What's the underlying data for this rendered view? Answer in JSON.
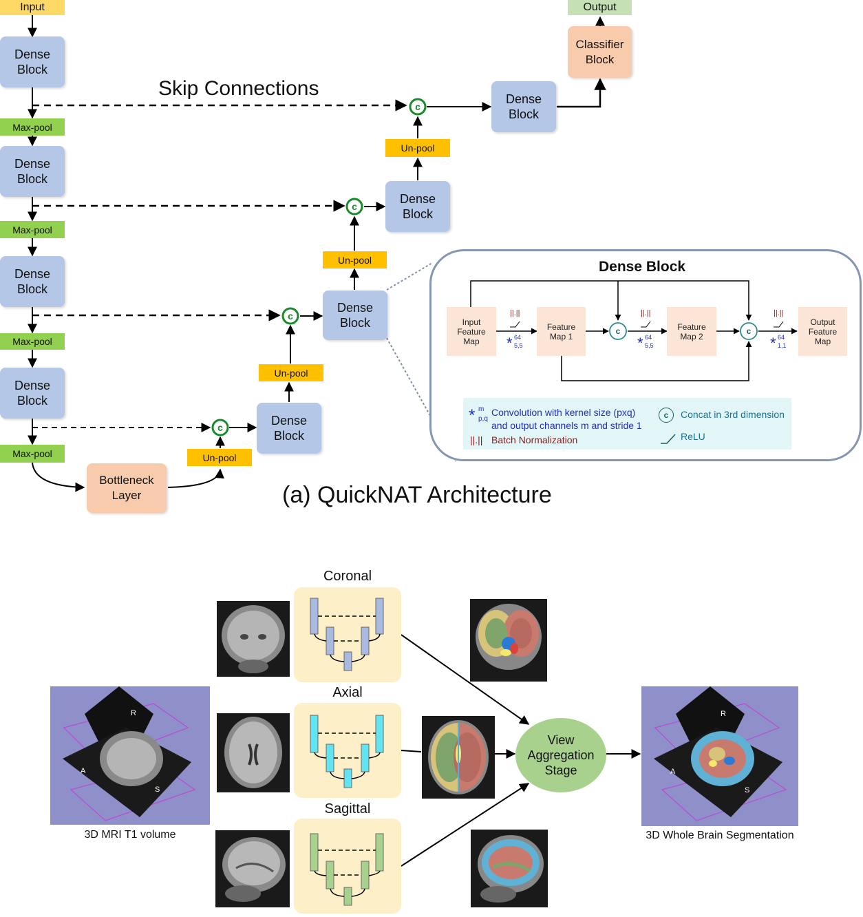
{
  "architecture": {
    "input_label": "Input",
    "output_label": "Output",
    "dense_block_label": "Dense\nBlock",
    "maxpool_label": "Max-pool",
    "unpool_label": "Un-pool",
    "bottleneck_label": "Bottleneck\nLayer",
    "classifier_label": "Classifier\nBlock",
    "skip_label": "Skip Connections",
    "concat_symbol": "c",
    "caption": "(a) QuickNAT Architecture"
  },
  "dense_block_detail": {
    "title": "Dense Block",
    "input_fm": "Input\nFeature\nMap",
    "fm1": "Feature\nMap 1",
    "fm2": "Feature\nMap 2",
    "output_fm": "Output\nFeature\nMap",
    "conv1_sup": "64",
    "conv1_sub": "5,5",
    "conv2_sup": "64",
    "conv2_sub": "5,5",
    "conv3_sup": "64",
    "conv3_sub": "1,1",
    "bn_symbol": "||.||",
    "legend": {
      "conv_sup": "m",
      "conv_sub": "p,q",
      "conv_text": "Convolution with kernel size (pxq)\nand output channels m and stride 1",
      "bn_text": "Batch Normalization",
      "concat_text": "Concat in 3rd dimension",
      "relu_text": "ReLU"
    }
  },
  "pipeline": {
    "views": [
      "Coronal",
      "Axial",
      "Sagittal"
    ],
    "aggregation_label": "View\nAggregation\nStage",
    "input_caption": "3D MRI T1 volume",
    "output_caption": "3D Whole Brain Segmentation",
    "cube_labels": {
      "r": "R",
      "a": "A",
      "s": "S"
    },
    "unet_colors": [
      "#a9b9e0",
      "#62e3f2",
      "#a9d18e"
    ]
  }
}
